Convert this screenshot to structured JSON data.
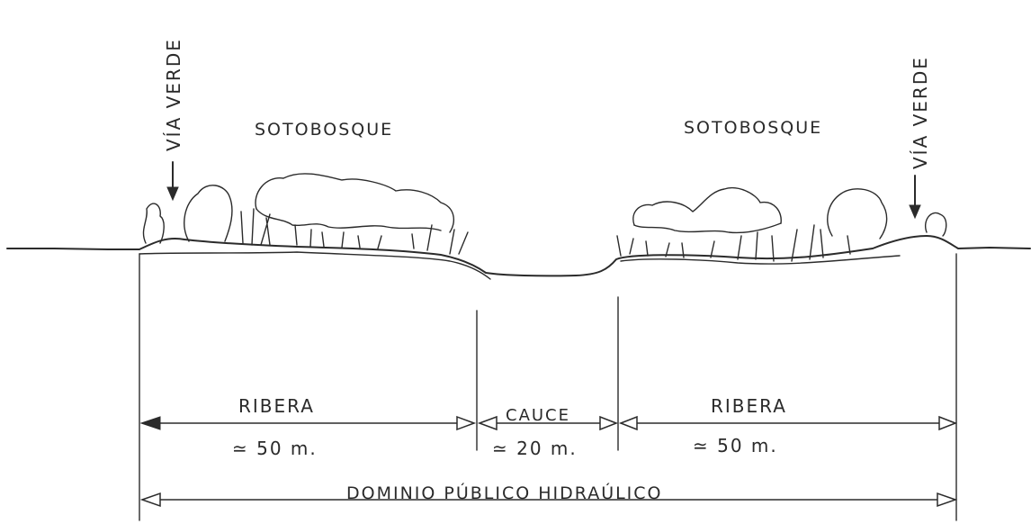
{
  "labels": {
    "via_verde_left": "VÍA VERDE",
    "via_verde_right": "VÍA VERDE",
    "sotobosque_left": "SOTOBOSQUE",
    "sotobosque_right": "SOTOBOSQUE",
    "ribera_left": "RIBERA",
    "cauce": "CAUCE",
    "ribera_right": "RIBERA",
    "ribera_left_width": "≃ 50 m.",
    "cauce_width": "≃ 20 m.",
    "ribera_right_width": "≃ 50 m.",
    "dominio": "DOMINIO  PÚBLICO  HIDRAÚLICO"
  }
}
